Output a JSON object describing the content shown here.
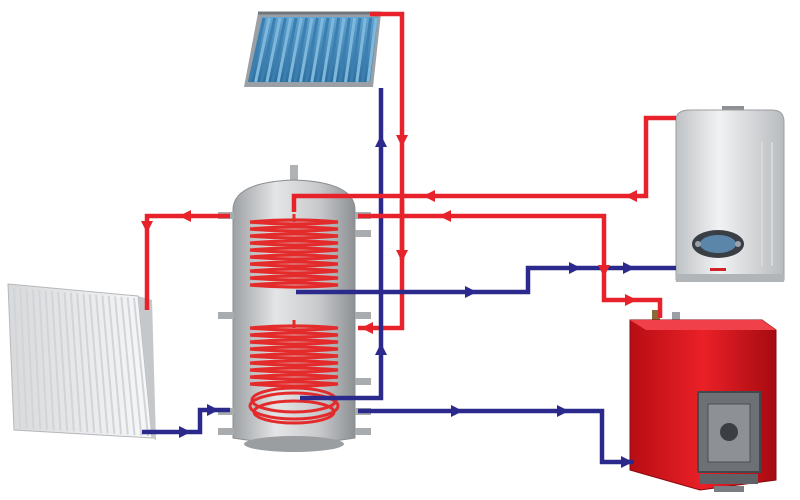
{
  "diagram": {
    "components": [
      {
        "id": "solar-collector",
        "icon": "solar-panel-icon"
      },
      {
        "id": "storage-tank",
        "icon": "buffer-tank-icon"
      },
      {
        "id": "radiator",
        "icon": "radiator-icon"
      },
      {
        "id": "gas-boiler",
        "icon": "wall-boiler-icon"
      },
      {
        "id": "solid-fuel-boiler",
        "icon": "floor-boiler-icon"
      }
    ],
    "pipes": {
      "hot_color": "#e8222a",
      "cold_color": "#2b2a8c"
    },
    "colors": {
      "tank_body": "#c9cbcd",
      "coil": "#e42b2b",
      "wall_boiler": "#e6e8ea",
      "floor_boiler": "#d9141c",
      "solar_glass": "#4f8fbf",
      "radiator": "#f2f3f4"
    }
  }
}
